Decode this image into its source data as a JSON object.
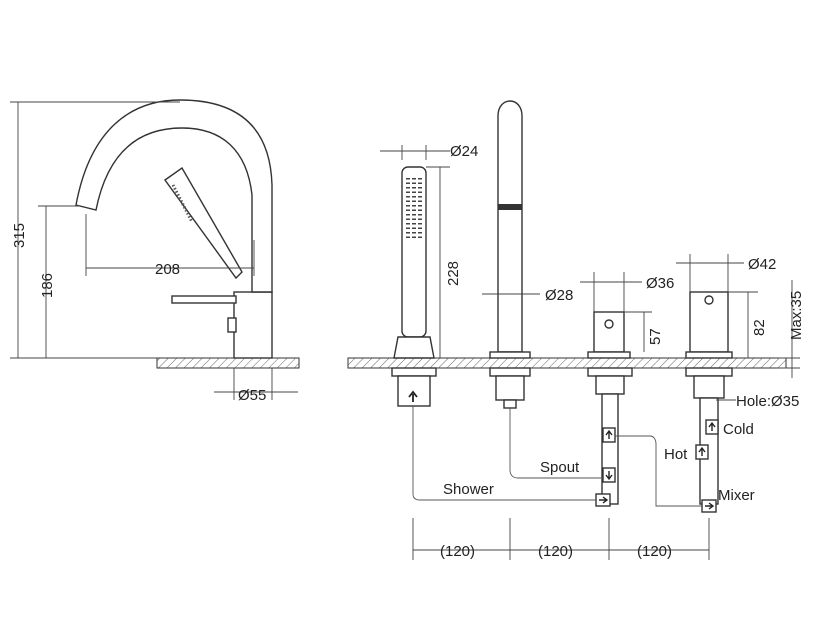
{
  "side_view": {
    "dim_total_height": "315",
    "dim_spout_height": "186",
    "dim_reach": "208",
    "dim_base": "Ø55"
  },
  "front_view": {
    "dim_handshower_dia": "Ø24",
    "dim_handshower_len": "228",
    "dim_spout_dia": "Ø28",
    "dim_valve_dia": "Ø36",
    "dim_valve_height": "57",
    "dim_mixer_dia": "Ø42",
    "dim_mixer_height": "82",
    "dim_deck_max": "Max:35",
    "dim_hole": "Hole:Ø35"
  },
  "connections": {
    "cold": "Cold",
    "hot": "Hot",
    "spout": "Spout",
    "shower": "Shower",
    "mixer": "Mixer"
  },
  "spacing": {
    "gap1": "(120)",
    "gap2": "(120)",
    "gap3": "(120)"
  }
}
